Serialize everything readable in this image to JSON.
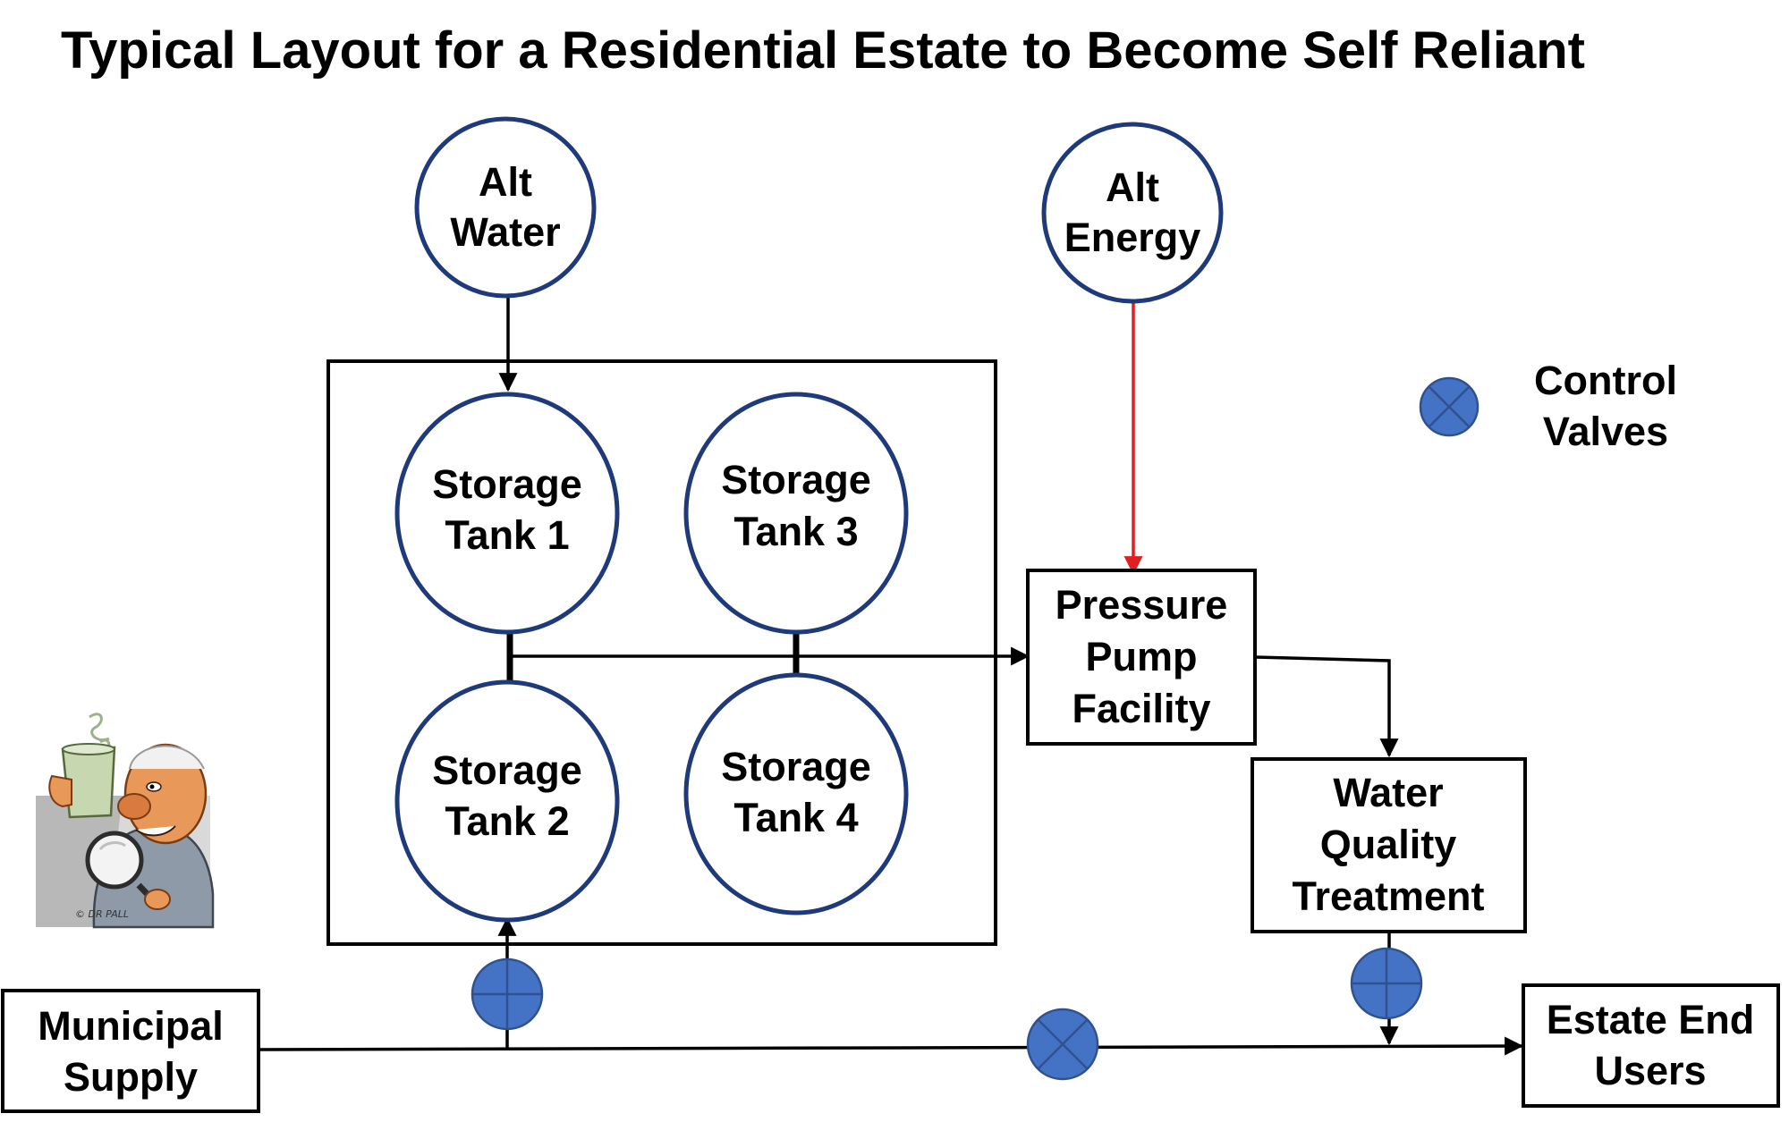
{
  "title": "Typical Layout for a Residential Estate to Become Self Reliant",
  "colors": {
    "node_outline": "#1f3a7a",
    "valve_fill": "#4472c4",
    "energy_line": "#e02020",
    "line": "#000000"
  },
  "nodes": {
    "alt_water": [
      "Alt",
      "Water"
    ],
    "alt_energy": [
      "Alt",
      "Energy"
    ],
    "tank1": [
      "Storage",
      "Tank 1"
    ],
    "tank2": [
      "Storage",
      "Tank 2"
    ],
    "tank3": [
      "Storage",
      "Tank 3"
    ],
    "tank4": [
      "Storage",
      "Tank 4"
    ],
    "pressure_pump": [
      "Pressure",
      "Pump",
      "Facility"
    ],
    "water_quality": [
      "Water",
      "Quality",
      "Treatment"
    ],
    "municipal": [
      "Municipal",
      "Supply"
    ],
    "end_users": [
      "Estate End",
      "Users"
    ]
  },
  "legend": {
    "icon": "control-valve-icon",
    "label": [
      "Control",
      "Valves"
    ]
  },
  "cartoon": {
    "icon": "cartoon-man-with-glass-and-magnifier",
    "signature": "© DR PALL"
  }
}
